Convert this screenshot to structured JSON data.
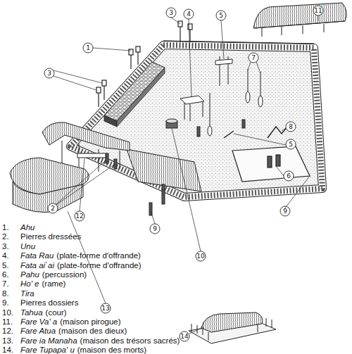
{
  "diagram": {
    "labels": [
      "3",
      "4",
      "5",
      "11",
      "1",
      "3",
      "7",
      "8",
      "5",
      "6",
      "9",
      "2",
      "12",
      "13",
      "9",
      "10",
      "14",
      "1.",
      "Ahu",
      "2.",
      "Pierres dressées",
      "3.",
      "Unu",
      "4.",
      "Fata Rau",
      "(plate-forme d'offrande)",
      "5.",
      "Fata ai`ai",
      "(plate-forme d'offrande)",
      "6.",
      "Pahu",
      "(percussion)",
      "7.",
      "Ho' e",
      "(rame)",
      "8.",
      "Tira",
      "9.",
      "Pierres dossiers",
      "10.",
      "Tahua",
      "(cour)",
      "11.",
      "Fare Va' a",
      "(maison pirogue)",
      "12.",
      "Fare Atua",
      "(maison des dieux)",
      "13.",
      "Fare ia Manaha",
      "(maison des trésors sacrés)",
      "14.",
      "Fare Tupapa' u",
      "(maison des morts)"
    ]
  }
}
